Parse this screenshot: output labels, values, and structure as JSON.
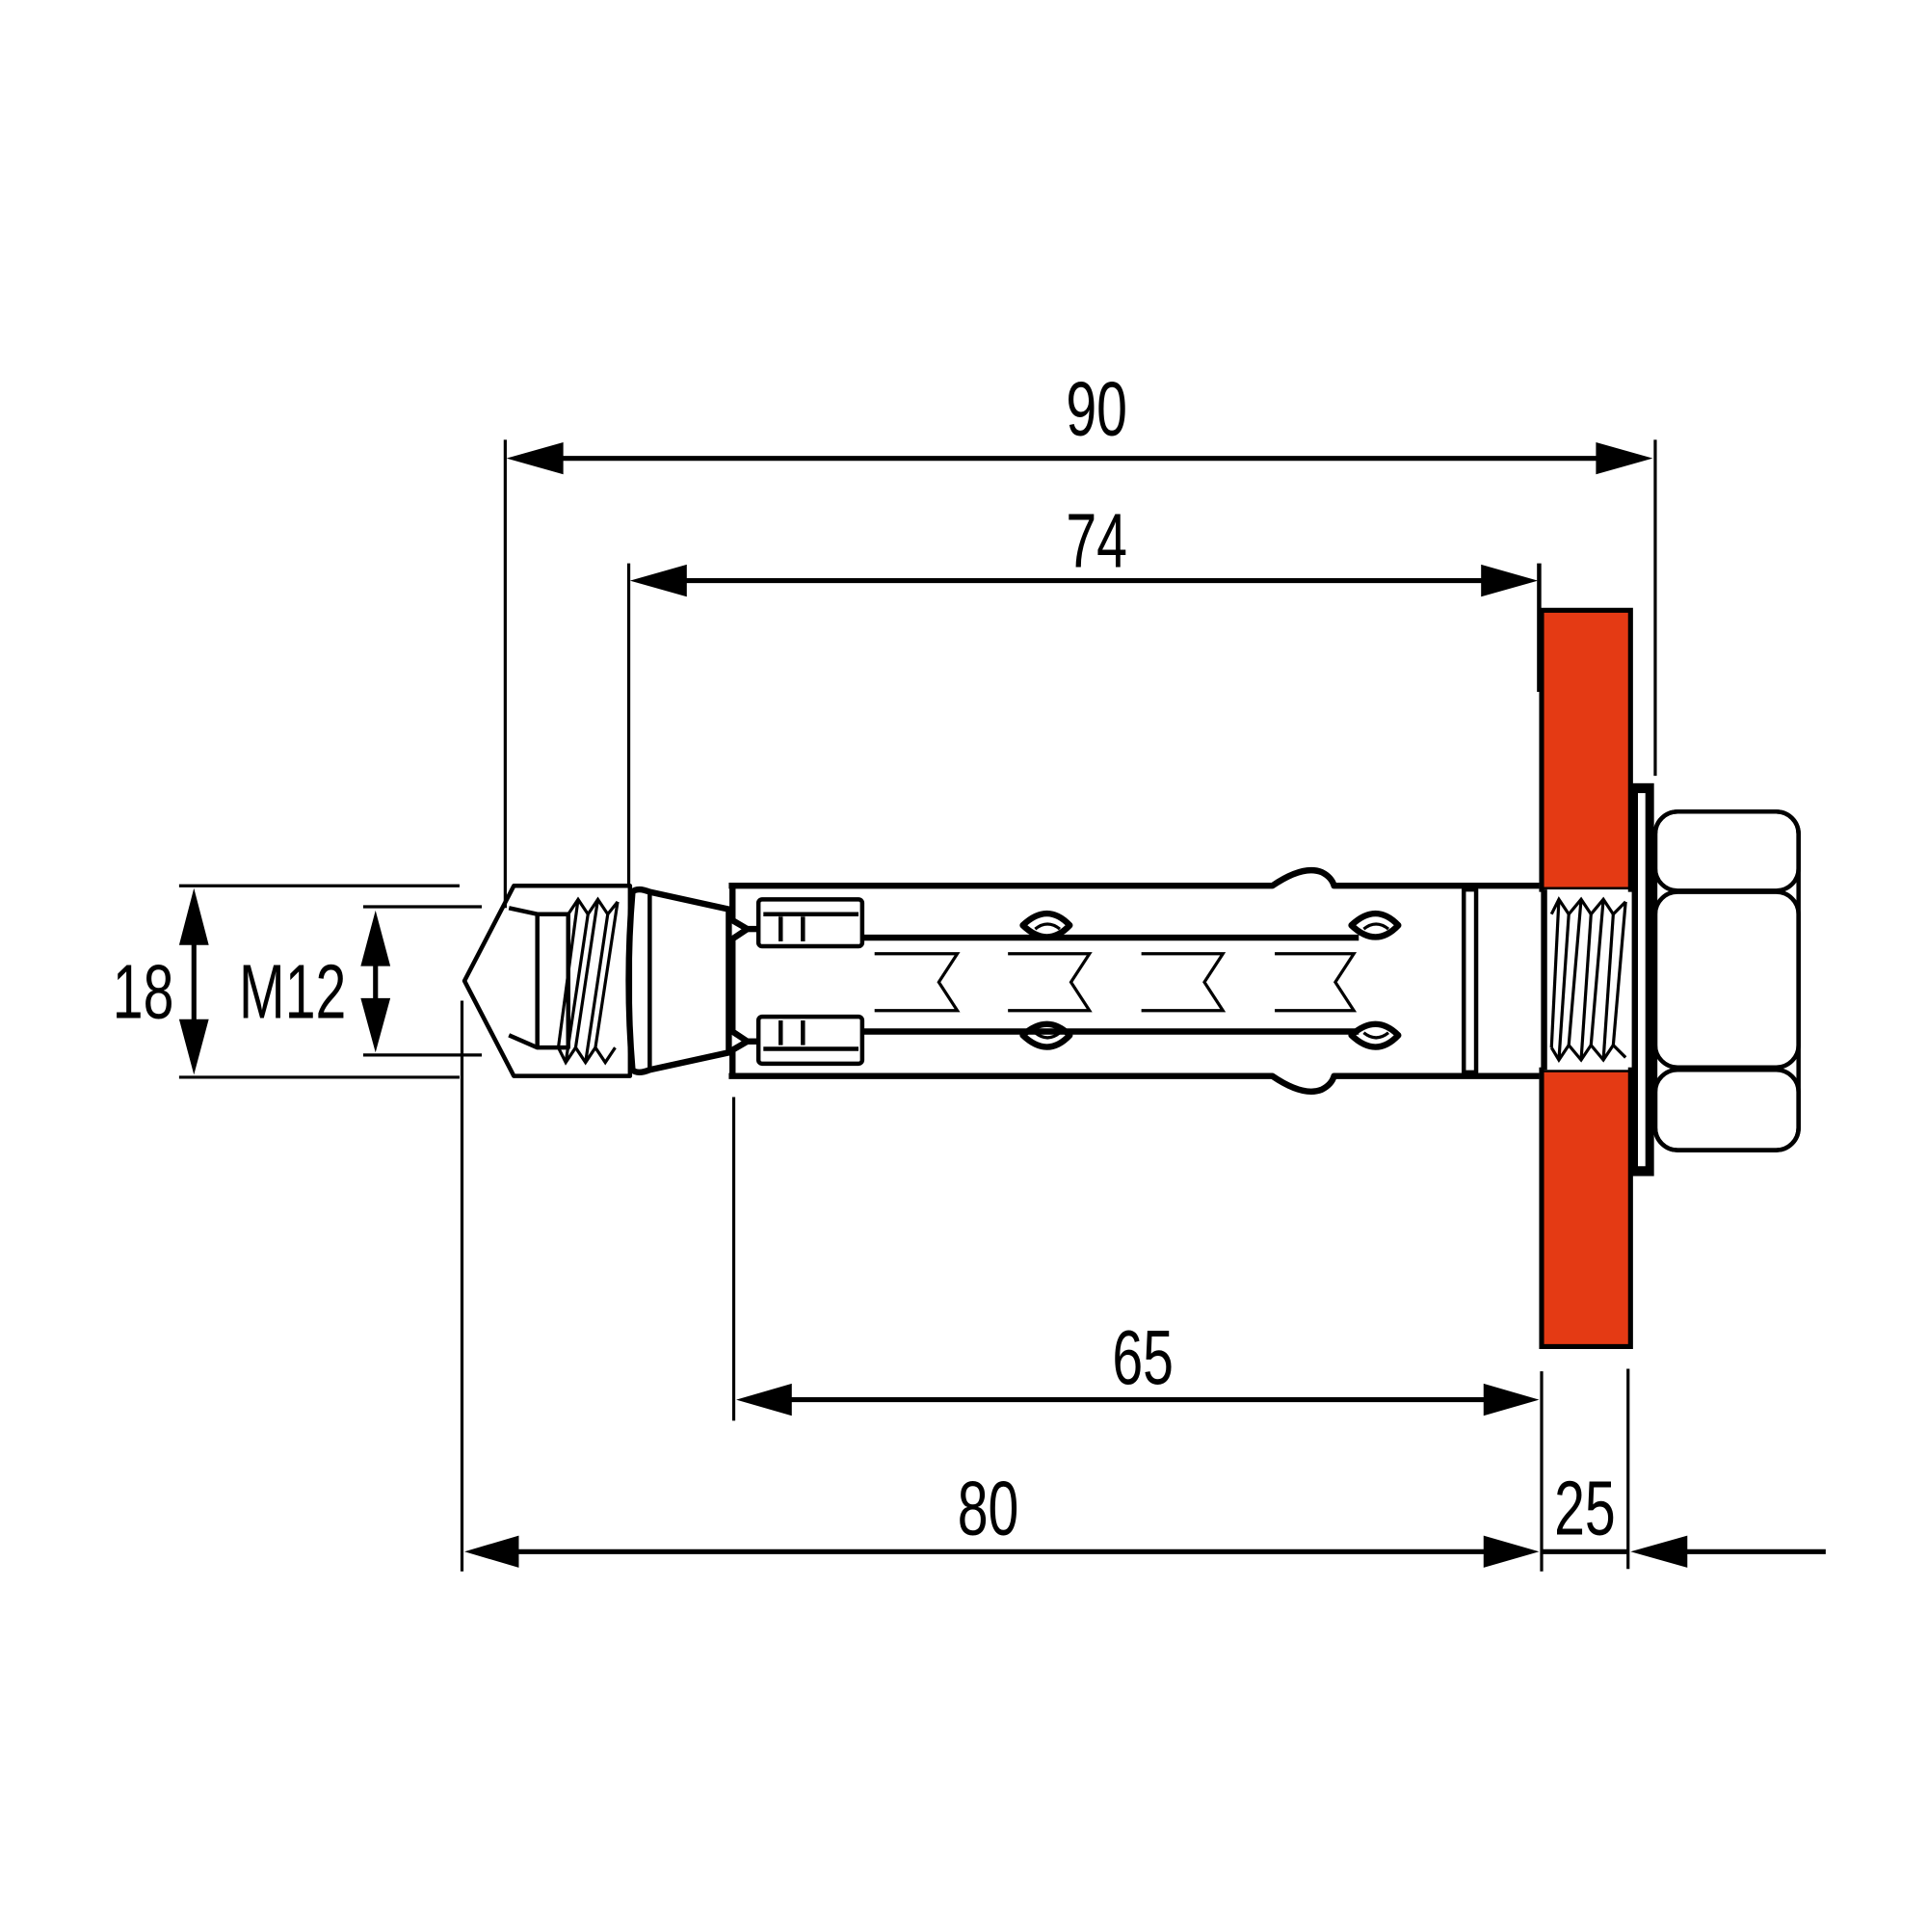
{
  "drawing": {
    "title": "Sleeve anchor M12 dimension drawing",
    "colors": {
      "line": "#000000",
      "fixture_plate": "#e43a14",
      "background": "#ffffff"
    },
    "dimensions": {
      "overall_length": "90",
      "sleeve_length": "74",
      "embedment_depth": "65",
      "anchor_depth": "80",
      "fixture_thickness": "25",
      "sleeve_diameter": "18",
      "thread_size": "M12"
    },
    "components": [
      "cone-nut",
      "expansion-sleeve",
      "spacer-tube",
      "threaded-bolt",
      "fixture-plate",
      "washer",
      "hex-nut"
    ]
  }
}
